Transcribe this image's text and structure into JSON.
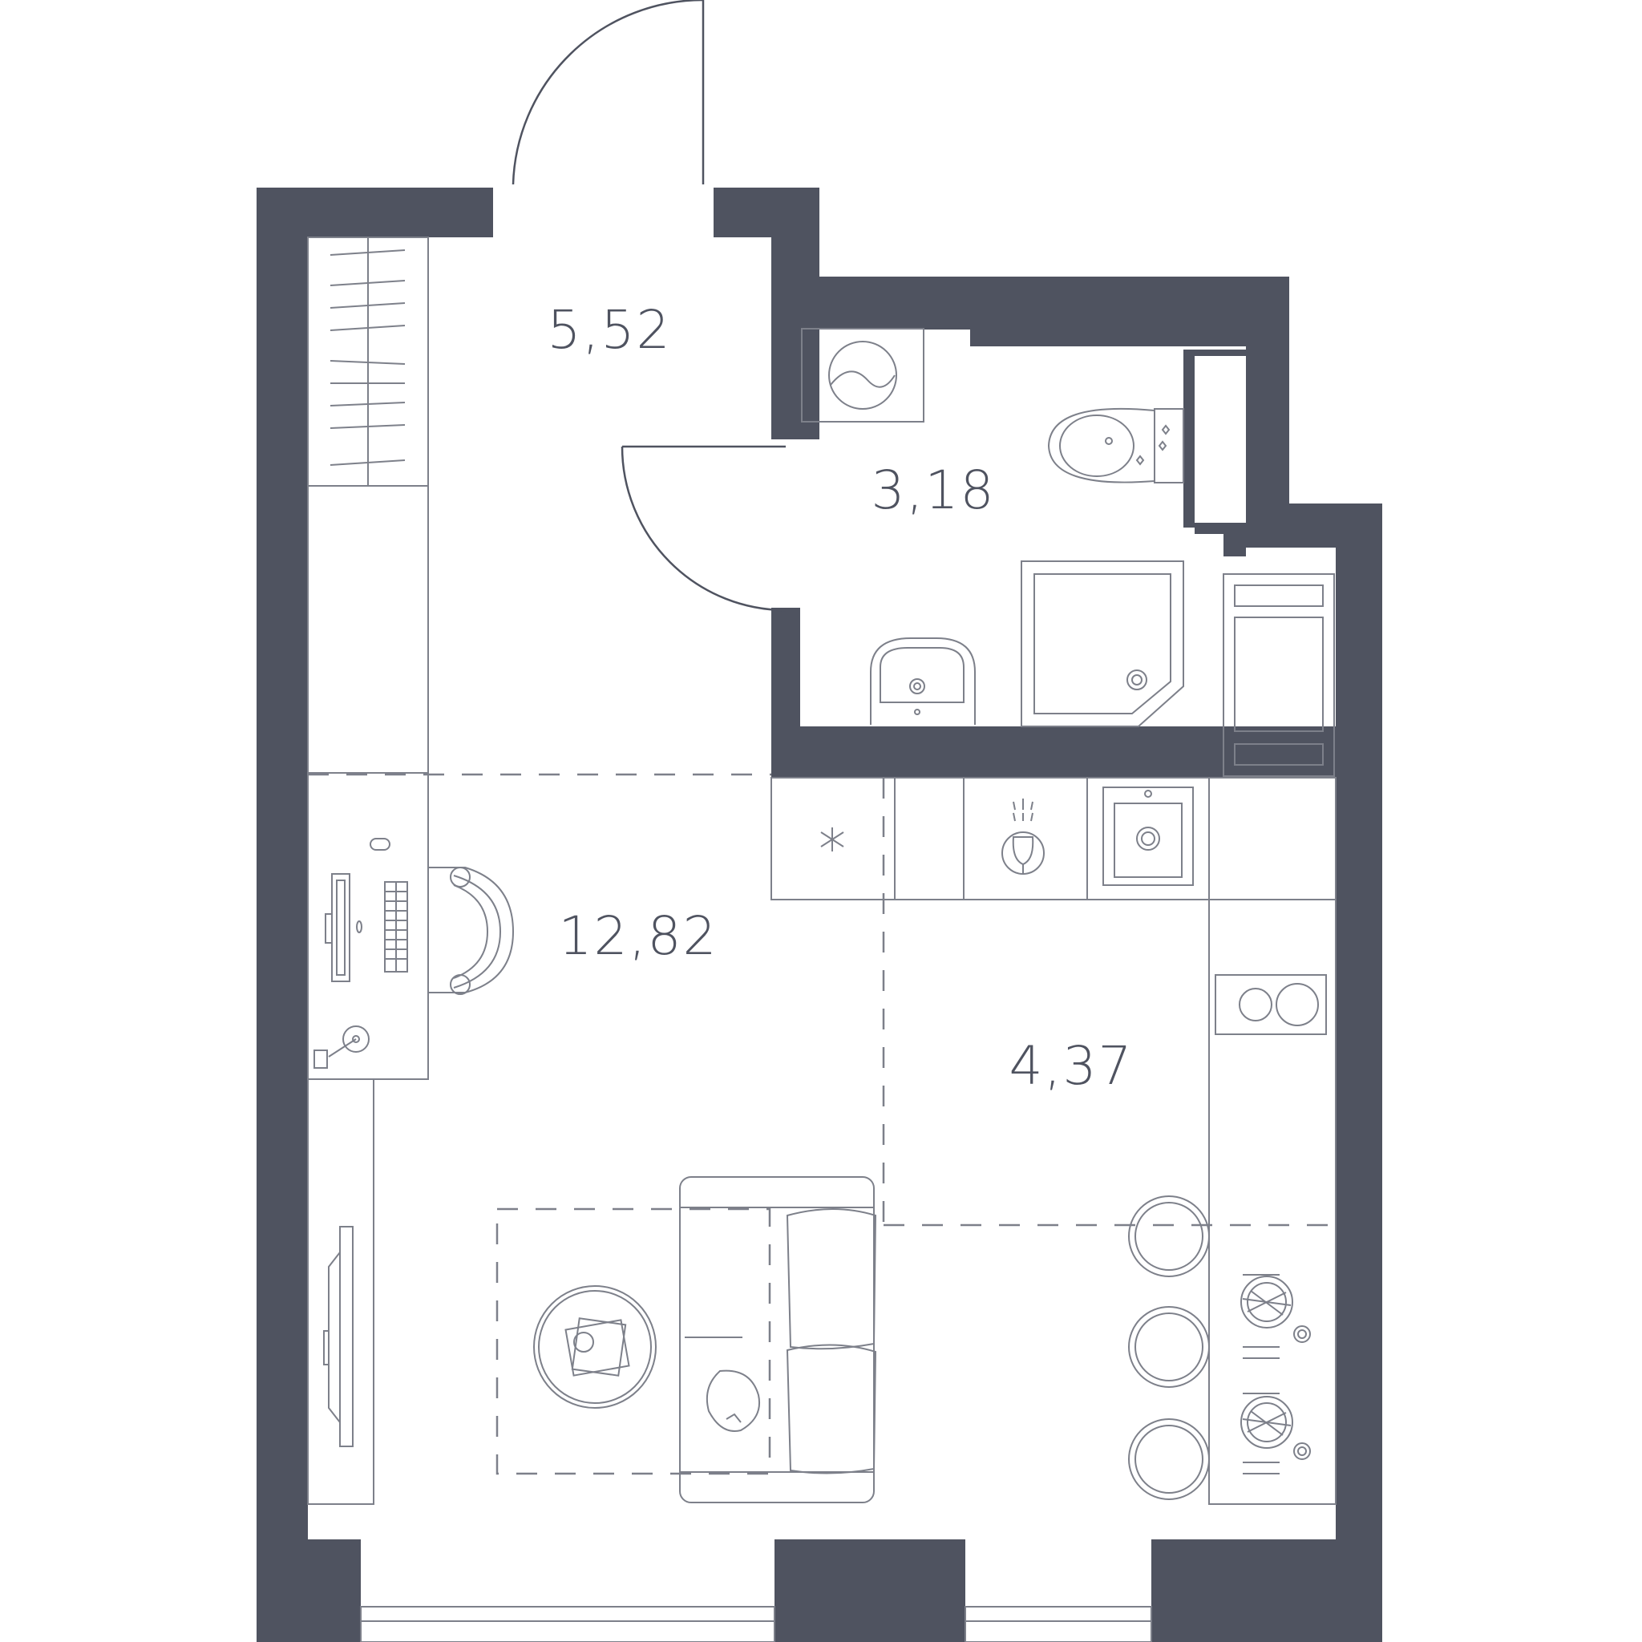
{
  "plan": {
    "rooms": [
      {
        "id": "hall",
        "area": "5,52"
      },
      {
        "id": "bathroom",
        "area": "3,18"
      },
      {
        "id": "living",
        "area": "12,82"
      },
      {
        "id": "kitchen",
        "area": "4,37"
      }
    ]
  },
  "colors": {
    "wall": "#4f5360",
    "line": "#7d808a",
    "text": "#4f5360",
    "background": "#ffffff"
  }
}
